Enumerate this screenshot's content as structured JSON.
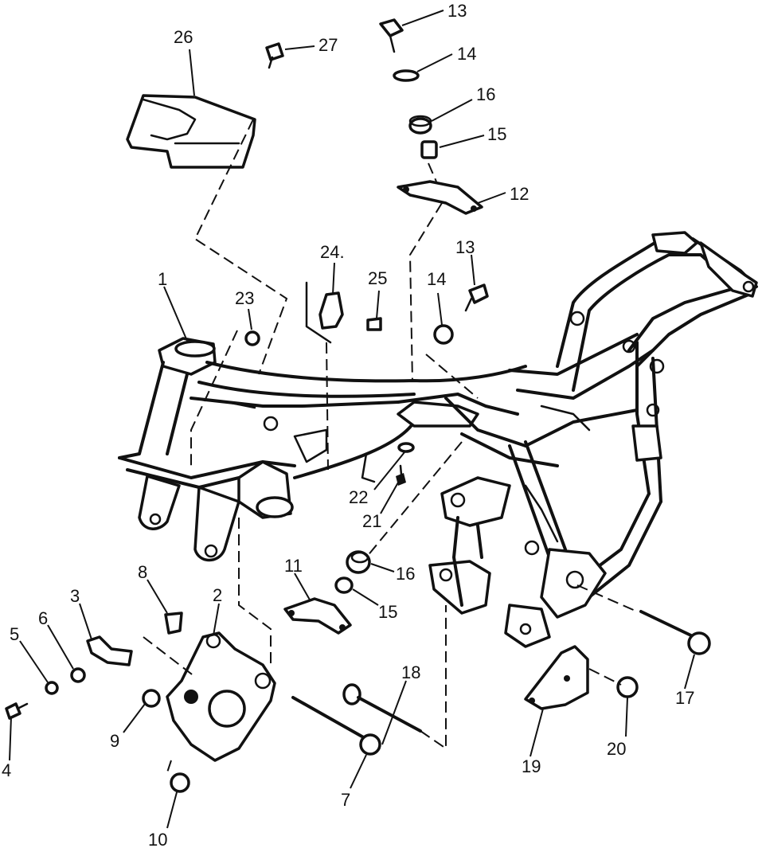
{
  "diagram": {
    "labels": {
      "p1": "1",
      "p2": "2",
      "p3": "3",
      "p4": "4",
      "p5": "5",
      "p6": "6",
      "p7": "7",
      "p8": "8",
      "p9": "9",
      "p10": "10",
      "p11": "11",
      "p12": "12",
      "p13a": "13",
      "p13b": "13",
      "p14a": "14",
      "p14b": "14",
      "p15a": "15",
      "p15b": "15",
      "p16a": "16",
      "p16b": "16",
      "p17": "17",
      "p18": "18",
      "p19": "19",
      "p20": "20",
      "p21": "21",
      "p22": "22",
      "p23": "23",
      "p24": "24.",
      "p25": "25",
      "p26": "26",
      "p27": "27"
    }
  }
}
